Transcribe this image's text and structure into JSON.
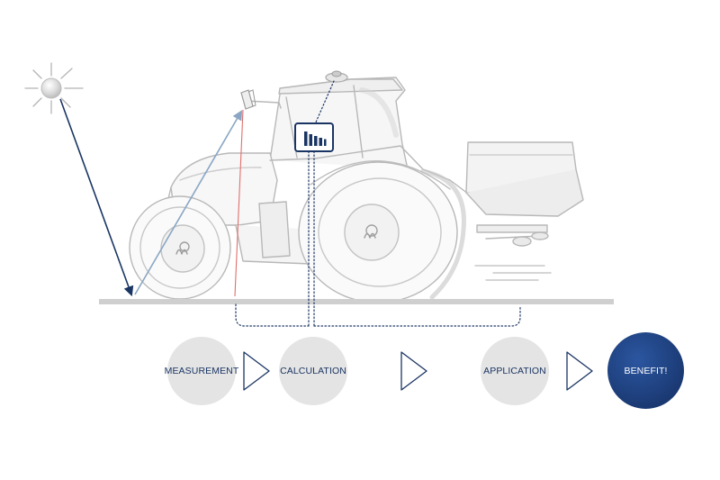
{
  "steps": [
    {
      "label": "MEASUREMENT"
    },
    {
      "label": "CALCULATION"
    },
    {
      "label": "APPLICATION"
    },
    {
      "label": "BENEFIT!"
    }
  ],
  "icons": {
    "sun": "sun-icon",
    "sensor": "sensor-icon",
    "terminal": "bar-chart-terminal-icon",
    "gps": "gps-antenna-icon",
    "flow_arrow": "triangle-right-icon"
  },
  "colors": {
    "navy": "#1a3563",
    "step_fill": "#e4e4e4",
    "benefit_fill": "#1d3e7c",
    "ground": "#cfcfcf",
    "reflected_ray": "#8aa6c4",
    "laser": "#e0706c",
    "sketch": "#b8b8b8"
  }
}
